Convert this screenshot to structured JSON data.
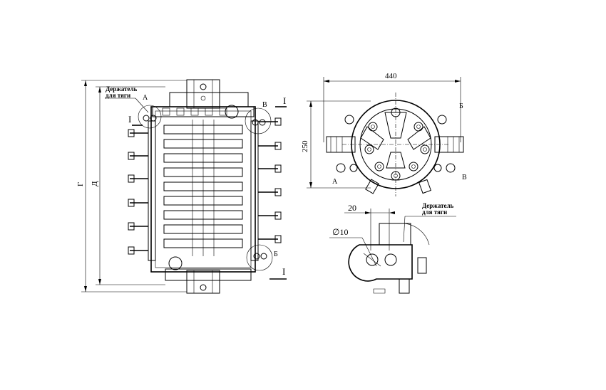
{
  "labels": {
    "section_mark": "I",
    "holder_line1": "Держатель",
    "holder_line2": "для тяги",
    "view_a": "А",
    "view_b": "Б",
    "view_v": "В",
    "dim_g": "Г",
    "dim_d": "Д",
    "dim_width": "440",
    "dim_height": "250",
    "dim_offset": "20",
    "dim_diameter": "∅10"
  }
}
